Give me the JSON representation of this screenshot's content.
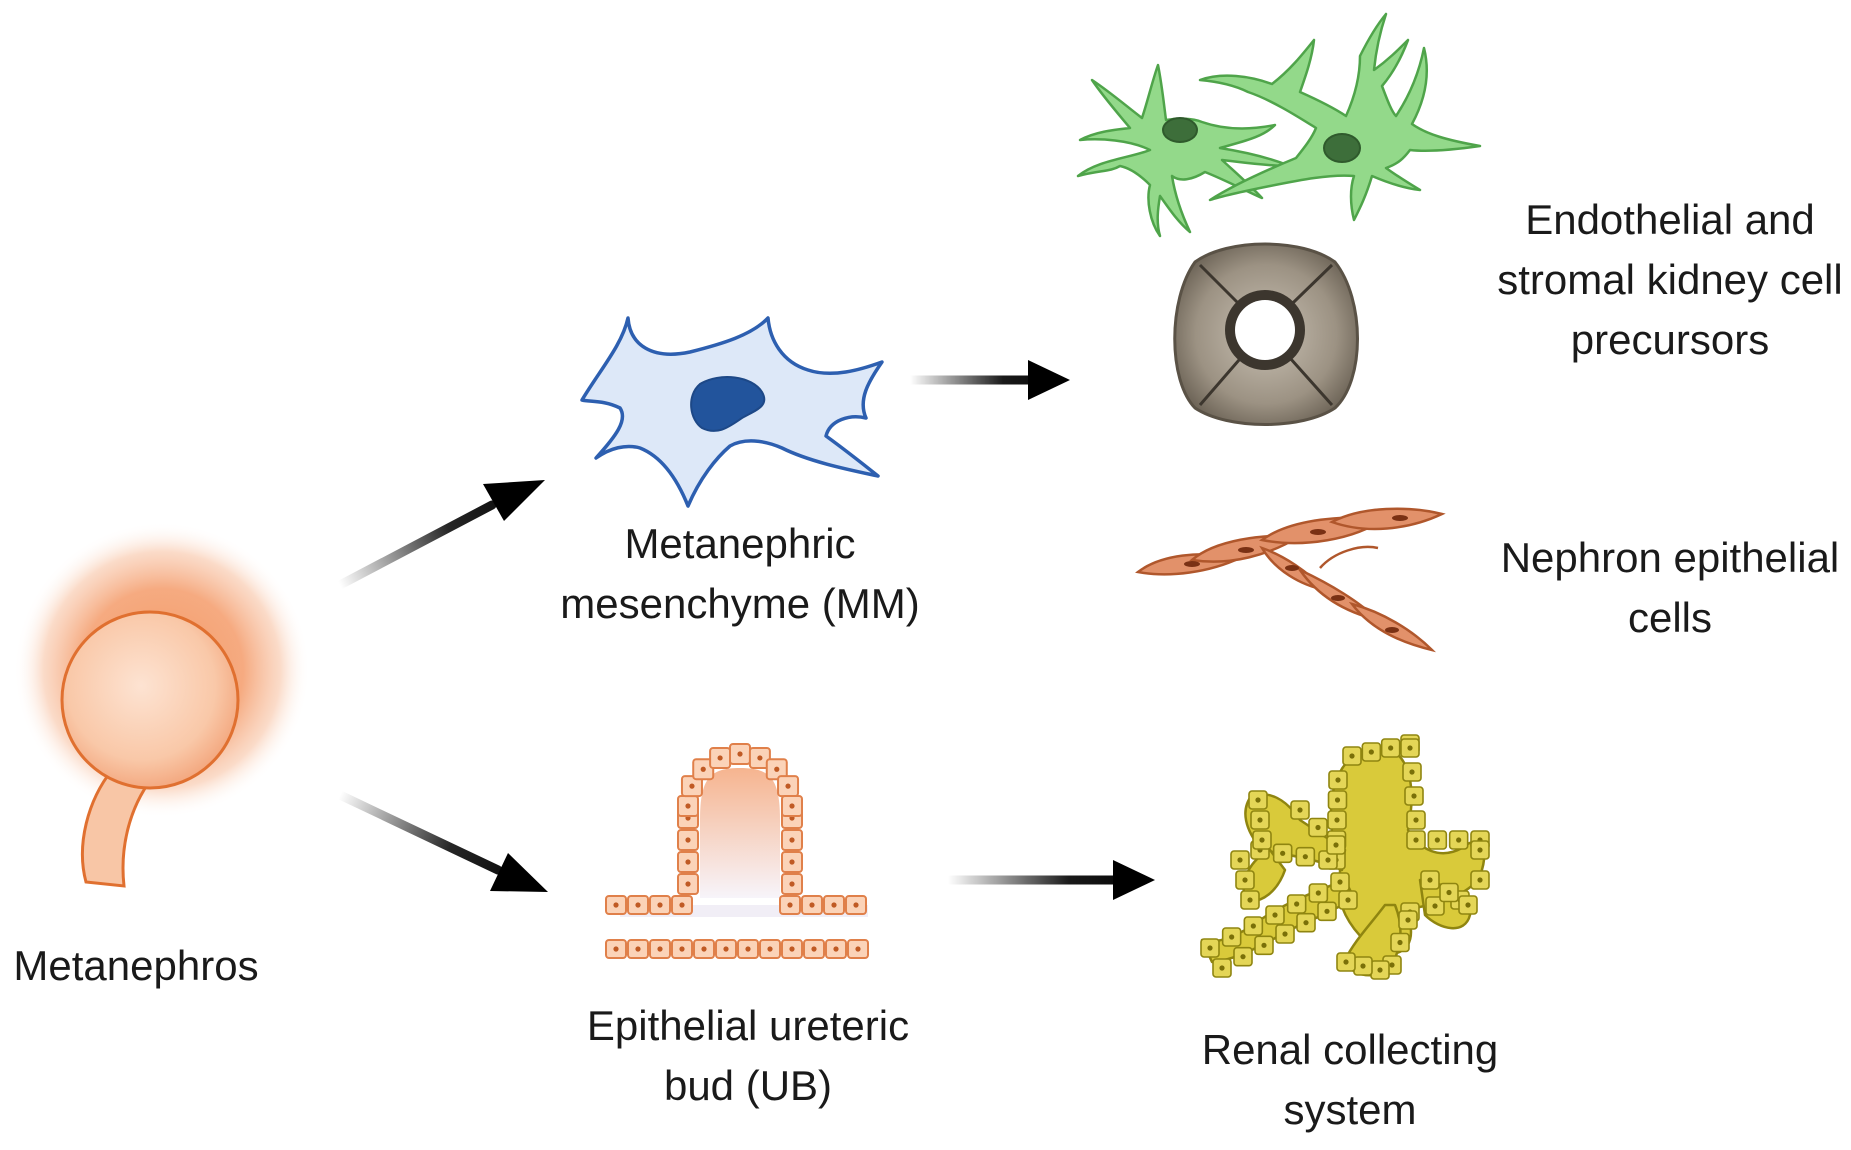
{
  "colors": {
    "metanephros_fill": "#f5a57a",
    "metanephros_stroke": "#e07030",
    "mesenchyme_fill": "#dde8f8",
    "mesenchyme_stroke": "#2d5fb0",
    "mesenchyme_nucleus": "#22549c",
    "endothelial_fill": "#93d98a",
    "endothelial_stroke": "#4fa44a",
    "endothelial_nucleus": "#3d6e3a",
    "stromal_fill": "#9a8f80",
    "nephron_fill": "#e2916a",
    "nephron_stroke": "#b0572c",
    "ub_cell_fill": "#fbd3b8",
    "ub_cell_stroke": "#e0804a",
    "collecting_fill": "#d9ca3a",
    "collecting_stroke": "#8f8510",
    "arrow": "#000000"
  },
  "icons": [
    "metanephros-icon",
    "mesenchyme-cell-icon",
    "endothelial-cells-icon",
    "stromal-cell-icon",
    "nephron-cells-icon",
    "ureteric-bud-icon",
    "collecting-system-icon",
    "arrow-icon"
  ],
  "labels": {
    "metanephros": "Metanephros",
    "mm_line1": "Metanephric",
    "mm_line2": "mesenchyme  (MM)",
    "ub_line1": "Epithelial  ureteric",
    "ub_line2": "bud (UB)",
    "endo_line1": "Endothelial  and",
    "endo_line2": "stromal  kidney  cell",
    "endo_line3": "precursors",
    "nephron_line1": "Nephron  epithelial",
    "nephron_line2": "cells",
    "renal_line1": "Renal  collecting",
    "renal_line2": "system"
  }
}
